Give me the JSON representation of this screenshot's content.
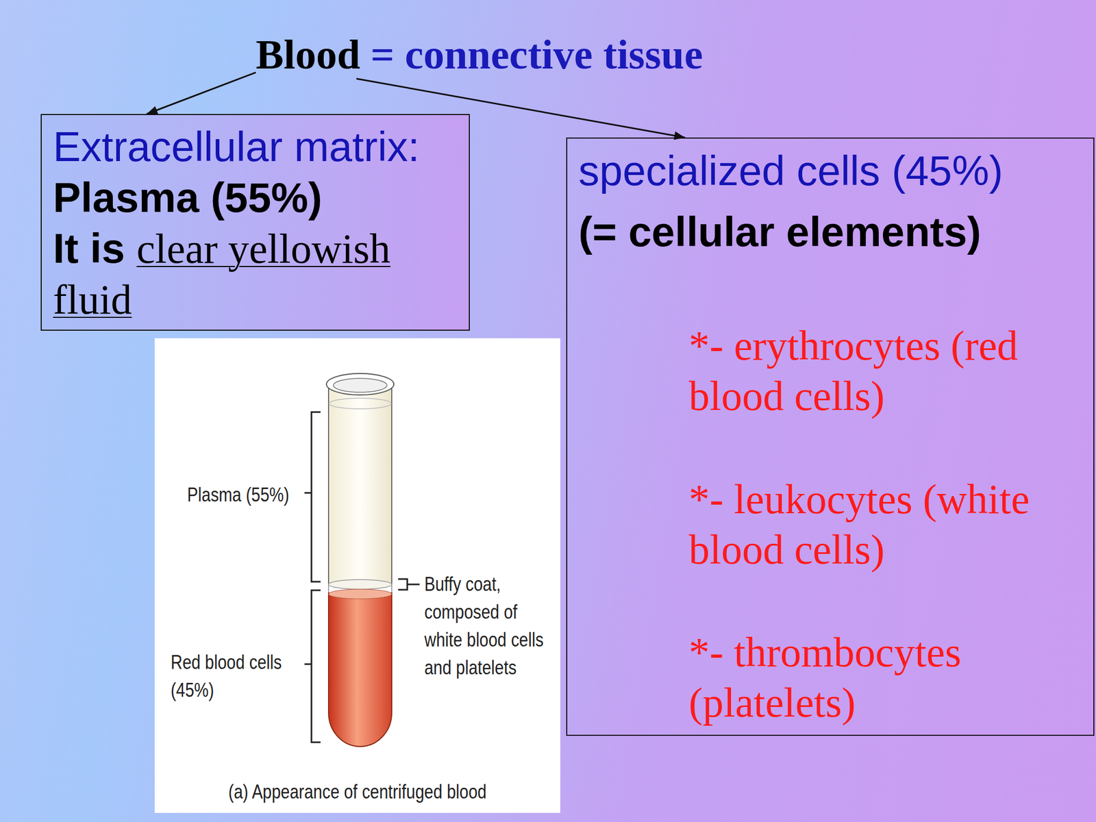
{
  "diagram": {
    "nodes": [
      {
        "text": [
          "Blood",
          "= connective tissue"
        ]
      },
      {
        "text": [
          "Extracellular matrix:",
          "Plasma (55%)",
          "It is",
          "clear yellowish fluid"
        ]
      },
      {
        "text": [
          "specialized cells (45%)",
          "(= cellular elements)",
          "*- erythrocytes (red blood cells)",
          "*- leukocytes (white blood cells)",
          "*- thrombocytes (platelets)"
        ]
      }
    ],
    "edges": [
      {
        "from": 0,
        "to": 1,
        "arrow": "to"
      },
      {
        "from": 0,
        "to": 2,
        "arrow": "to"
      }
    ],
    "labels": [
      "Plasma (55%)",
      "Buffy coat, composed of white blood cells and platelets",
      "Red blood cells (45%)",
      "(a) Appearance of centrifuged blood"
    ]
  }
}
